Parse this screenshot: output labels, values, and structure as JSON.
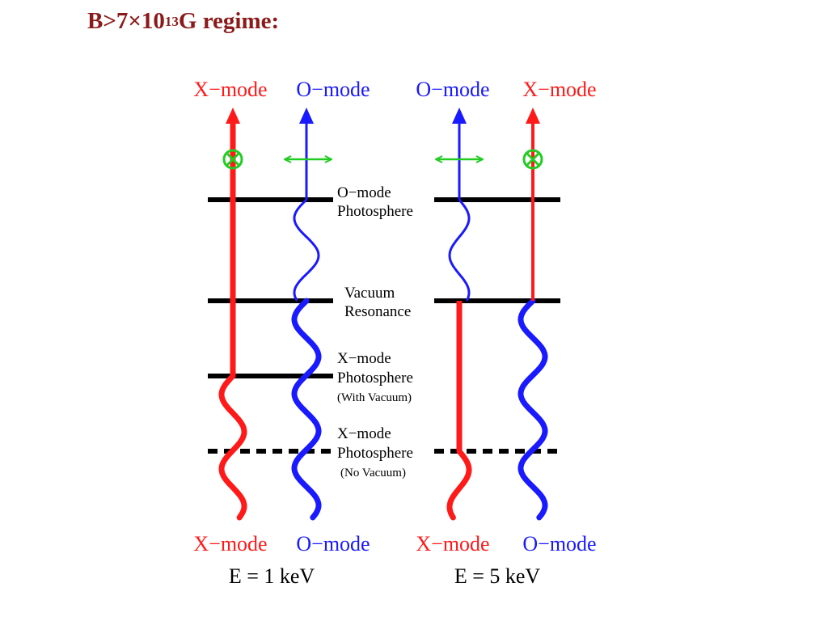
{
  "title": {
    "prefix": "B>7×10",
    "exponent": "13",
    "suffix": "G regime:"
  },
  "colors": {
    "title": "#8b1a1a",
    "x_mode": "#ff1a1a",
    "o_mode": "#1a1aff",
    "polarization": "#22cc22",
    "layer": "#000000"
  },
  "panels": [
    {
      "top_labels": [
        "X−mode",
        "O−mode"
      ],
      "bottom_labels": [
        "X−mode",
        "O−mode"
      ],
      "energy": "E = 1 keV"
    },
    {
      "top_labels": [
        "O−mode",
        "X−mode"
      ],
      "bottom_labels": [
        "X−mode",
        "O−mode"
      ],
      "energy": "E = 5 keV"
    }
  ],
  "layers": [
    {
      "lines": [
        "O−mode",
        "Photosphere"
      ]
    },
    {
      "lines": [
        "Vacuum",
        "Resonance"
      ]
    },
    {
      "lines": [
        "X−mode",
        "Photosphere",
        "(With Vacuum)"
      ]
    },
    {
      "lines": [
        "X−mode",
        "Photosphere",
        "(No Vacuum)"
      ]
    }
  ]
}
